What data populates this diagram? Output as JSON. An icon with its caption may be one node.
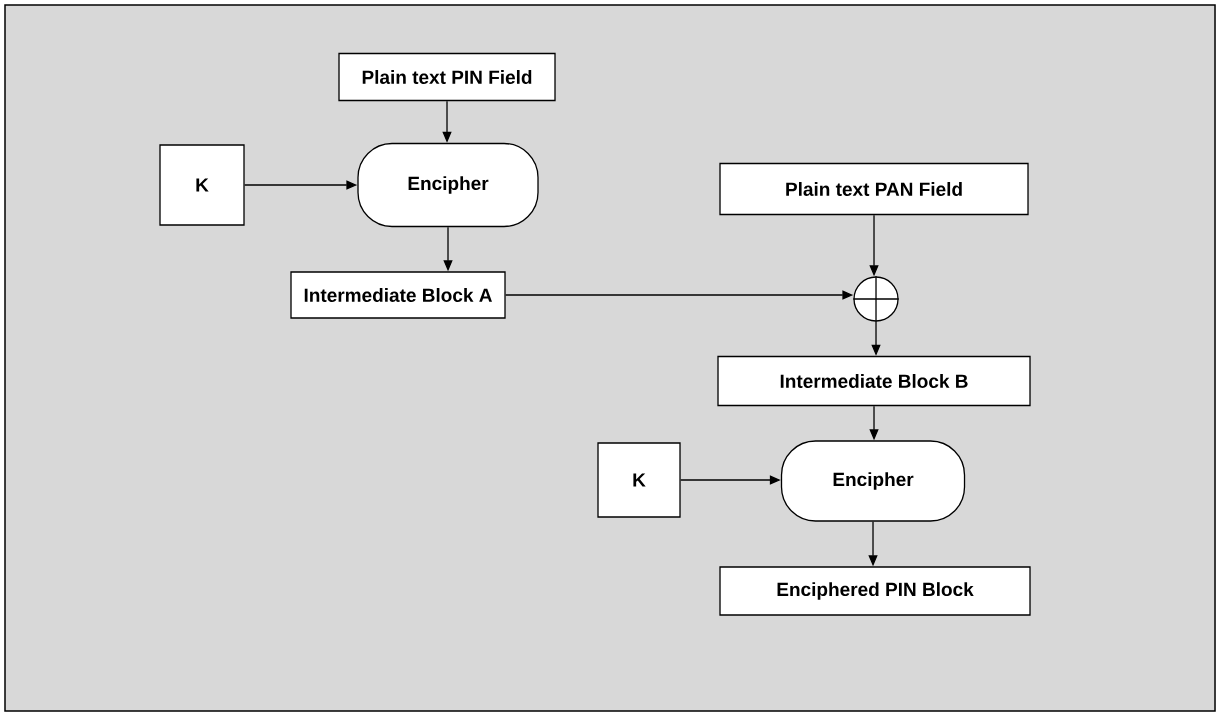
{
  "diagram": {
    "nodes": [
      {
        "text": [
          "Plain text PIN Field"
        ]
      },
      {
        "text": [
          "K"
        ]
      },
      {
        "text": [
          "Encipher"
        ]
      },
      {
        "text": [
          "Intermediate Block A"
        ]
      },
      {
        "text": [
          "Plain text PAN Field"
        ]
      },
      {
        "text": [],
        "shape": "circle"
      },
      {
        "text": [
          "Intermediate Block B"
        ]
      },
      {
        "text": [
          "K"
        ]
      },
      {
        "text": [
          "Encipher"
        ]
      },
      {
        "text": [
          "Enciphered PIN Block"
        ]
      }
    ],
    "edges": [
      {
        "from": 0,
        "to": 2,
        "arrow": "to"
      },
      {
        "from": 1,
        "to": 2,
        "arrow": "to"
      },
      {
        "from": 2,
        "to": 3,
        "arrow": "to"
      },
      {
        "from": 3,
        "to": 5,
        "arrow": "to"
      },
      {
        "from": 4,
        "to": 5,
        "arrow": "to"
      },
      {
        "from": 5,
        "to": 6,
        "arrow": "to"
      },
      {
        "from": 6,
        "to": 8,
        "arrow": "to"
      },
      {
        "from": 7,
        "to": 8,
        "arrow": "to"
      },
      {
        "from": 8,
        "to": 9,
        "arrow": "to"
      }
    ]
  }
}
